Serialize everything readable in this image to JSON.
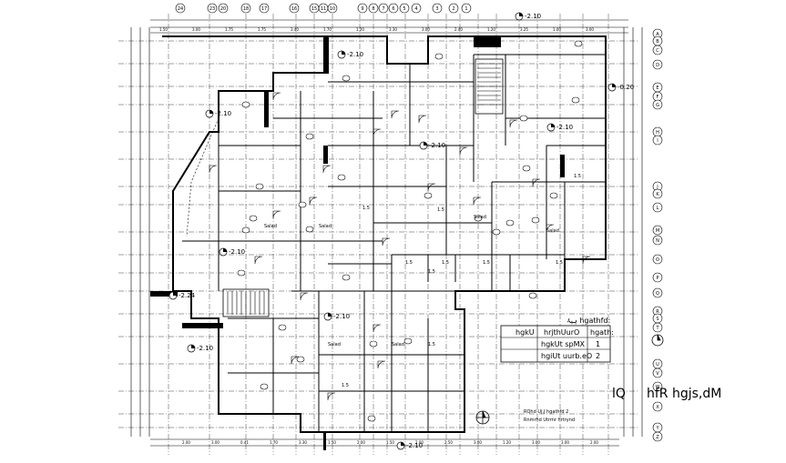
{
  "plan": {
    "level_tags": [
      "-2.10",
      "-2.10",
      "-2.10",
      "-2.10",
      "-2.10",
      "-2.10",
      "-2.24",
      "-2.10",
      "-2.10",
      "-2.10",
      "-0.20"
    ],
    "top_grid": [
      "24",
      "23",
      "20",
      "18",
      "17",
      "16",
      "15",
      "11",
      "10",
      "9",
      "8",
      "7",
      "6",
      "5",
      "4",
      "3",
      "2",
      "1"
    ],
    "right_grid": [
      "A",
      "B",
      "C",
      "D",
      "E",
      "F",
      "G",
      "H",
      "I",
      "J",
      "K",
      "L",
      "M",
      "N",
      "O",
      "P",
      "Q",
      "R",
      "S",
      "T",
      "U",
      "V",
      "W",
      "X",
      "Y",
      "Z"
    ],
    "room_labels": [
      "Salad",
      "Salad",
      "Salad",
      "Salad",
      "Salad",
      "Salad"
    ],
    "room_areas": [
      "1.5",
      "1.5",
      "1.5",
      "1.5",
      "1.5",
      "1.5",
      "1.5",
      "1.5",
      "1.5",
      "1.5"
    ],
    "dims_top": [
      "1.50",
      "3.00",
      "1.75",
      "1.75",
      "3.40",
      "1.70",
      "1.20",
      "3.30",
      "3.00",
      "2.40",
      "1.20",
      "3.25",
      "1.00",
      "3.00"
    ],
    "dims_bottom": [
      "2.00",
      "3.00",
      "0.41",
      "1.70",
      "3.30",
      "1.50",
      "2.00",
      "1.50",
      "2.00",
      "2.50",
      "3.00",
      "1.20",
      "3.00",
      "3.00",
      "2.00"
    ]
  },
  "legend": {
    "title": "ہیۂ hgathfd:",
    "header_left": "hgkU",
    "header_mid": "hrjthUurO",
    "header_right": "hgath:",
    "rows": [
      {
        "name": "hgkUt spMX",
        "qty": "1"
      },
      {
        "name": "hgiUt uurb.eO",
        "qty": "2"
      }
    ]
  },
  "title_block": {
    "line1": "RQhd Uj.J hgathfd 2",
    "line2": "Rnmrhd Utrmr hrtrynd",
    "caption_main": "hfR  hgjs,dM",
    "caption_prefix": "lQ"
  }
}
